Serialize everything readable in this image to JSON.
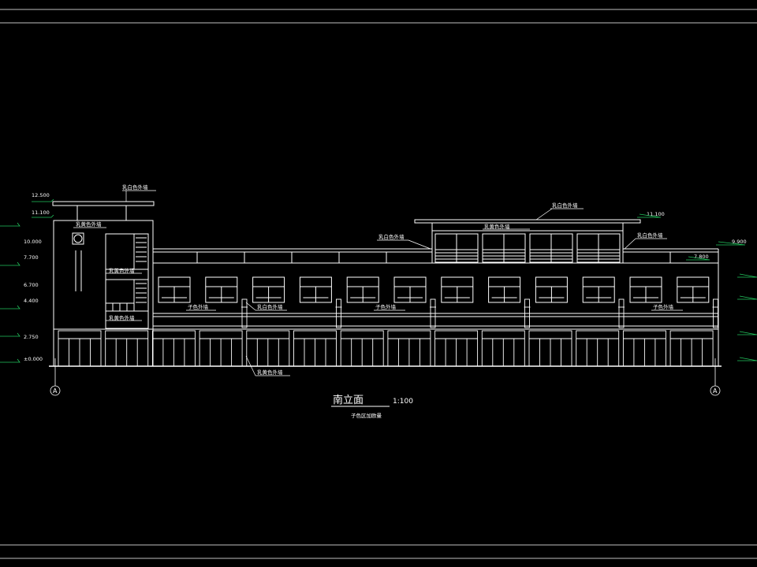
{
  "drawing": {
    "title": "南立面",
    "scale": "1:100",
    "subtitle": "子色区加欧曼",
    "axis_marker": "A"
  },
  "elevations": {
    "left": [
      {
        "value": "12.500"
      },
      {
        "value": "11.100"
      },
      {
        "value": "10.000"
      },
      {
        "value": "7.700"
      },
      {
        "value": "6.700"
      },
      {
        "value": "4.400"
      },
      {
        "value": "2.750"
      },
      {
        "value": "±0.000"
      }
    ],
    "right": [
      {
        "value": "11.100"
      },
      {
        "value": "9.900"
      },
      {
        "value": "7.800"
      }
    ]
  },
  "annotations": {
    "parapet_tower": "乳白色外墙",
    "tower_top": "乳黄色外墙",
    "tower_mid": "乳黄色外墙",
    "tower_low": "乳黄色外墙",
    "upper_roof": "乳白色外墙",
    "upper_level": "乳黄色外墙",
    "setback_left": "乳白色外墙",
    "setback_right": "乳白色外墙",
    "band_left": "子色外墙",
    "band_left2": "乳白色外墙",
    "band_mid": "子色外墙",
    "band_right": "子色外墙",
    "ground": "乳黄色外墙"
  },
  "colors": {
    "lines": "#ffffff",
    "levels": "#22c55e",
    "background": "#000000"
  }
}
